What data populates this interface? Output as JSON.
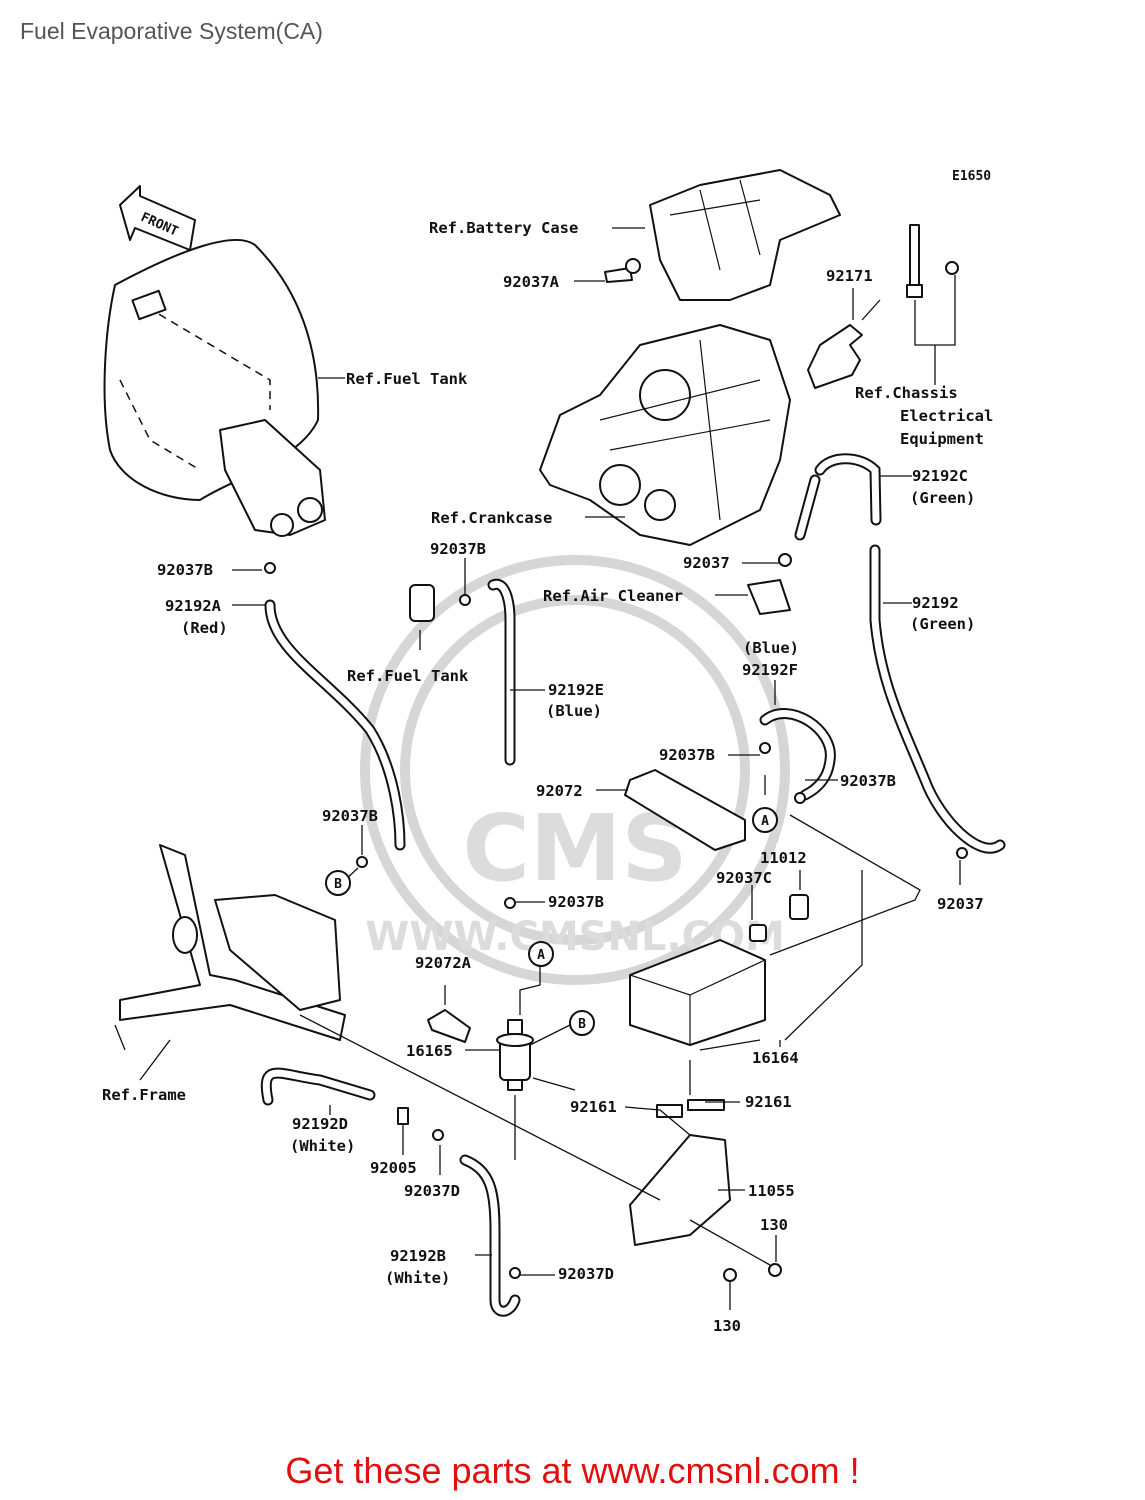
{
  "title": "Fuel Evaporative System(CA)",
  "diagram_code": "E1650",
  "front_arrow": "FRONT",
  "watermark": {
    "logo": "CMS",
    "url": "WWW.CMSNL.COM"
  },
  "labels": {
    "ref_battery_case": "Ref.Battery Case",
    "p92037A": "92037A",
    "p92171": "92171",
    "ref_fuel_tank": "Ref.Fuel Tank",
    "ref_chassis_1": "Ref.Chassis",
    "ref_chassis_2": "Electrical",
    "ref_chassis_3": "Equipment",
    "p92192C": "92192C",
    "p92192C_color": "(Green)",
    "ref_crankcase": "Ref.Crankcase",
    "p92037B_left": "92037B",
    "p92037B_tank": "92037B",
    "p92192A": "92192A",
    "p92192A_color": "(Red)",
    "p92037_top": "92037",
    "ref_air_cleaner": "Ref.Air Cleaner",
    "p92192": "92192",
    "p92192_color": "(Green)",
    "ref_fuel_tank_2": "Ref.Fuel Tank",
    "p92192F_color": "(Blue)",
    "p92192F": "92192F",
    "p92192E": "92192E",
    "p92192E_color": "(Blue)",
    "p92037B_f1": "92037B",
    "p92037B_f2": "92037B",
    "p92072": "92072",
    "callout_a1": "A",
    "p92037B_mid": "92037B",
    "callout_b1": "B",
    "p11012": "11012",
    "p92037C": "92037C",
    "p92037_right": "92037",
    "p92037B_center": "92037B",
    "p92072A": "92072A",
    "callout_a2": "A",
    "callout_b2": "B",
    "p16165": "16165",
    "p16164": "16164",
    "ref_frame": "Ref.Frame",
    "p92161_left": "92161",
    "p92161_right": "92161",
    "p92192D": "92192D",
    "p92192D_color": "(White)",
    "p92005": "92005",
    "p92037D_top": "92037D",
    "p11055": "11055",
    "p130_top": "130",
    "p92192B": "92192B",
    "p92192B_color": "(White)",
    "p92037D_bottom": "92037D",
    "p130_bottom": "130"
  },
  "footer": "Get these parts at www.cmsnl.com !"
}
